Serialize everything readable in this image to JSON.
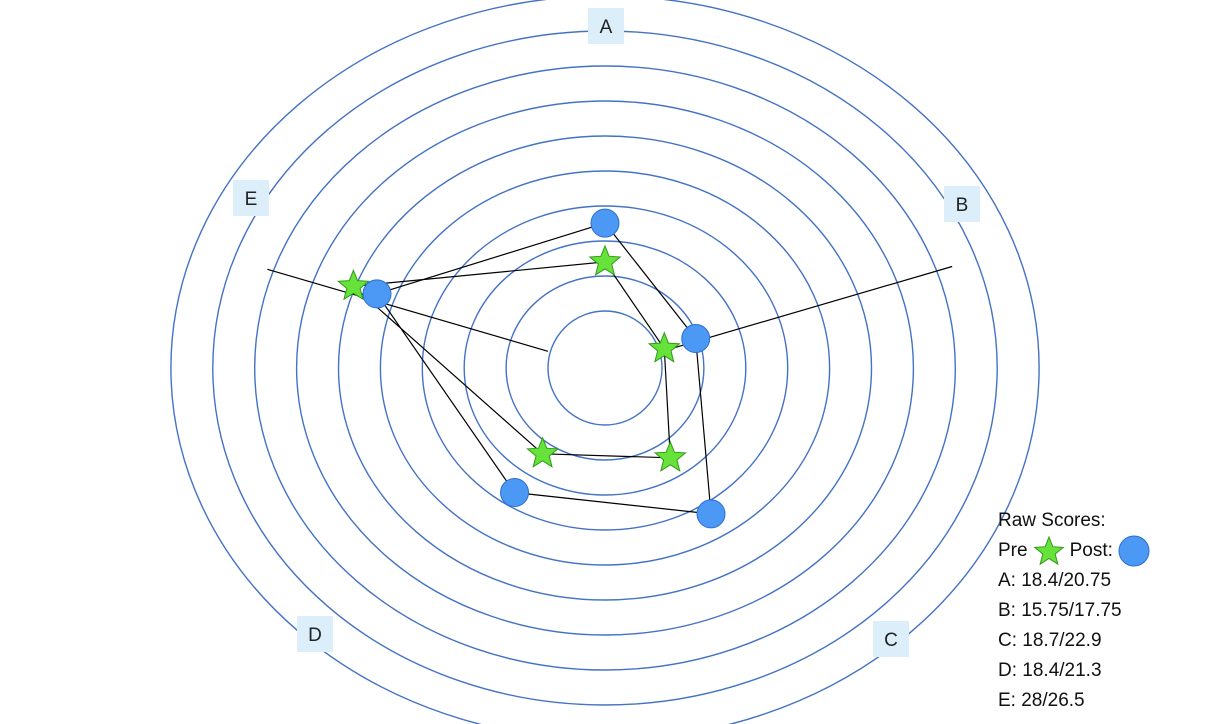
{
  "chart_data": {
    "type": "radar",
    "axes": [
      "A",
      "B",
      "C",
      "D",
      "E"
    ],
    "ring_count": 10,
    "series": [
      {
        "name": "Pre",
        "marker": "star",
        "values": [
          18.4,
          15.75,
          18.7,
          18.4,
          28
        ]
      },
      {
        "name": "Post",
        "marker": "circle",
        "values": [
          20.75,
          17.75,
          22.9,
          21.3,
          26.5
        ]
      }
    ],
    "legend_placement": "bottom-right"
  },
  "legend": {
    "title": "Raw Scores:",
    "pre_label": "Pre",
    "post_label": "Post:",
    "lines": [
      "A: 18.4/20.75",
      "B: 15.75/17.75",
      "C: 18.7/22.9",
      "D: 18.4/21.3",
      "E: 28/26.5"
    ]
  },
  "colors": {
    "ring": "#4472c4",
    "star_fill": "#66e23a",
    "star_stroke": "#2f9a1a",
    "circle_fill": "#4b98f5",
    "circle_stroke": "#2c6fd0",
    "line": "#000000",
    "label_bg": "#dbeefa"
  }
}
